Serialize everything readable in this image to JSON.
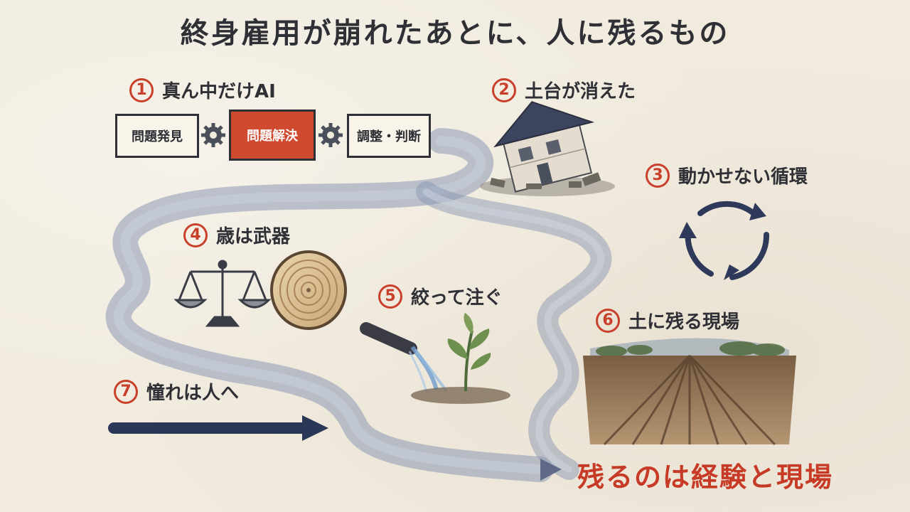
{
  "title": "終身雇用が崩れたあとに、人に残るもの",
  "sections": {
    "s1": {
      "number": "1",
      "label": "真ん中だけAI"
    },
    "s2": {
      "number": "2",
      "label": "土台が消えた"
    },
    "s3": {
      "number": "3",
      "label": "動かせない循環"
    },
    "s4": {
      "number": "4",
      "label": "歳は武器"
    },
    "s5": {
      "number": "5",
      "label": "絞って注ぐ"
    },
    "s6": {
      "number": "6",
      "label": "土に残る現場"
    },
    "s7": {
      "number": "7",
      "label": "憧れは人へ"
    }
  },
  "process": {
    "step1": "問題発見",
    "step2": "問題解決",
    "step3": "調整・判断"
  },
  "conclusion": "残るのは経験と現場",
  "colors": {
    "accent_red": "#c8402a",
    "ink": "#2f2f36",
    "river": "#8592ad",
    "arrow_navy": "#2b3757"
  },
  "icons": [
    "gear-icon",
    "collapsing-house-icon",
    "cycle-arrows-icon",
    "balance-scale-icon",
    "tree-ring-icon",
    "watering-pipe-icon",
    "seedling-icon",
    "field-icon",
    "arrow-right-icon"
  ]
}
